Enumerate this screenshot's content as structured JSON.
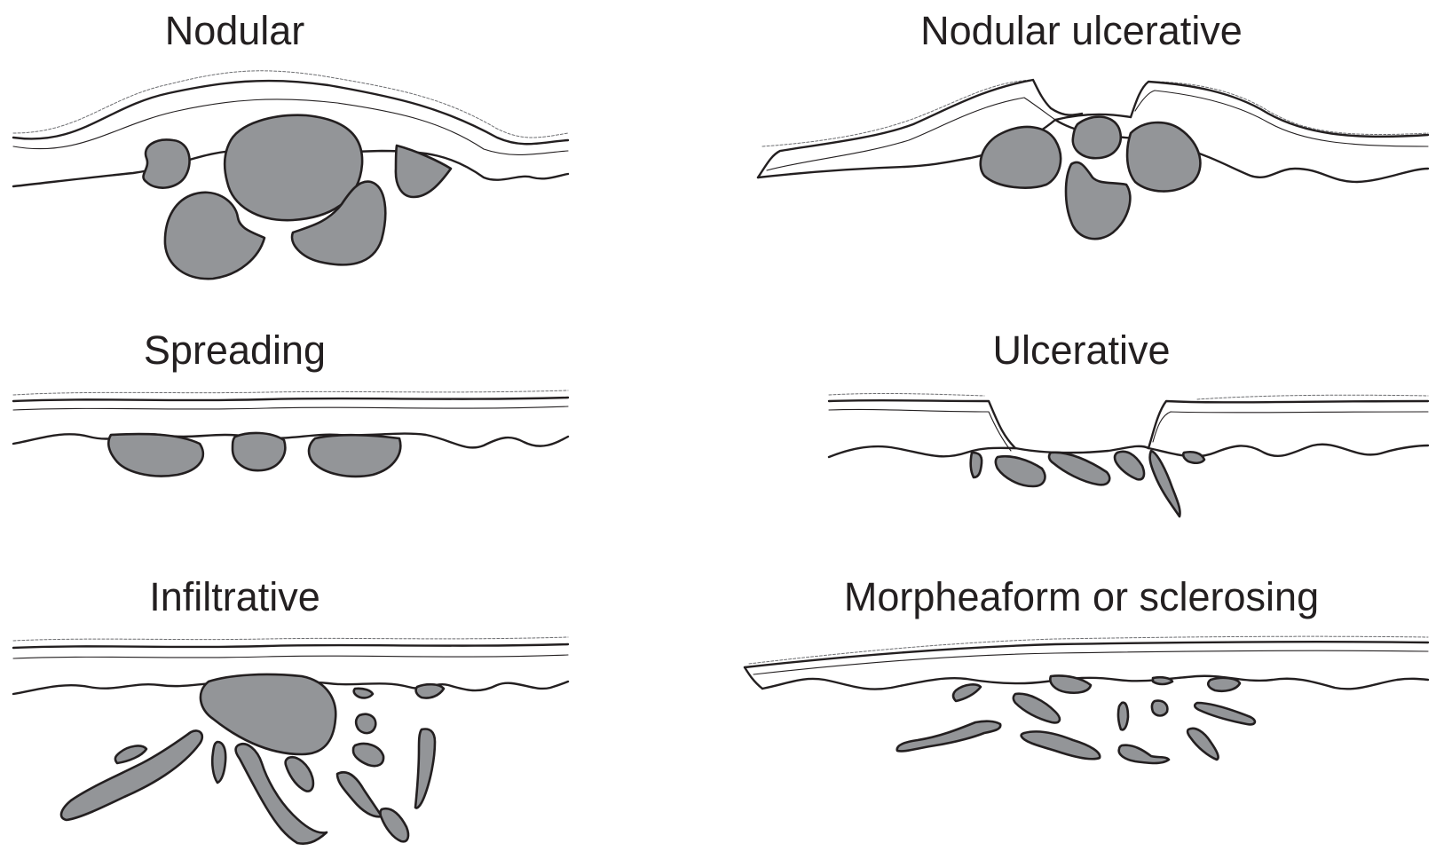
{
  "panels": [
    {
      "id": "nodular",
      "title": "Nodular"
    },
    {
      "id": "nodular-ulcerative",
      "title": "Nodular ulcerative"
    },
    {
      "id": "spreading",
      "title": "Spreading"
    },
    {
      "id": "ulcerative",
      "title": "Ulcerative"
    },
    {
      "id": "infiltrative",
      "title": "Infiltrative"
    },
    {
      "id": "morpheaform",
      "title": "Morpheaform or sclerosing"
    }
  ],
  "colors": {
    "tumor_fill": "#939598",
    "outline": "#231f20",
    "background": "#ffffff"
  }
}
